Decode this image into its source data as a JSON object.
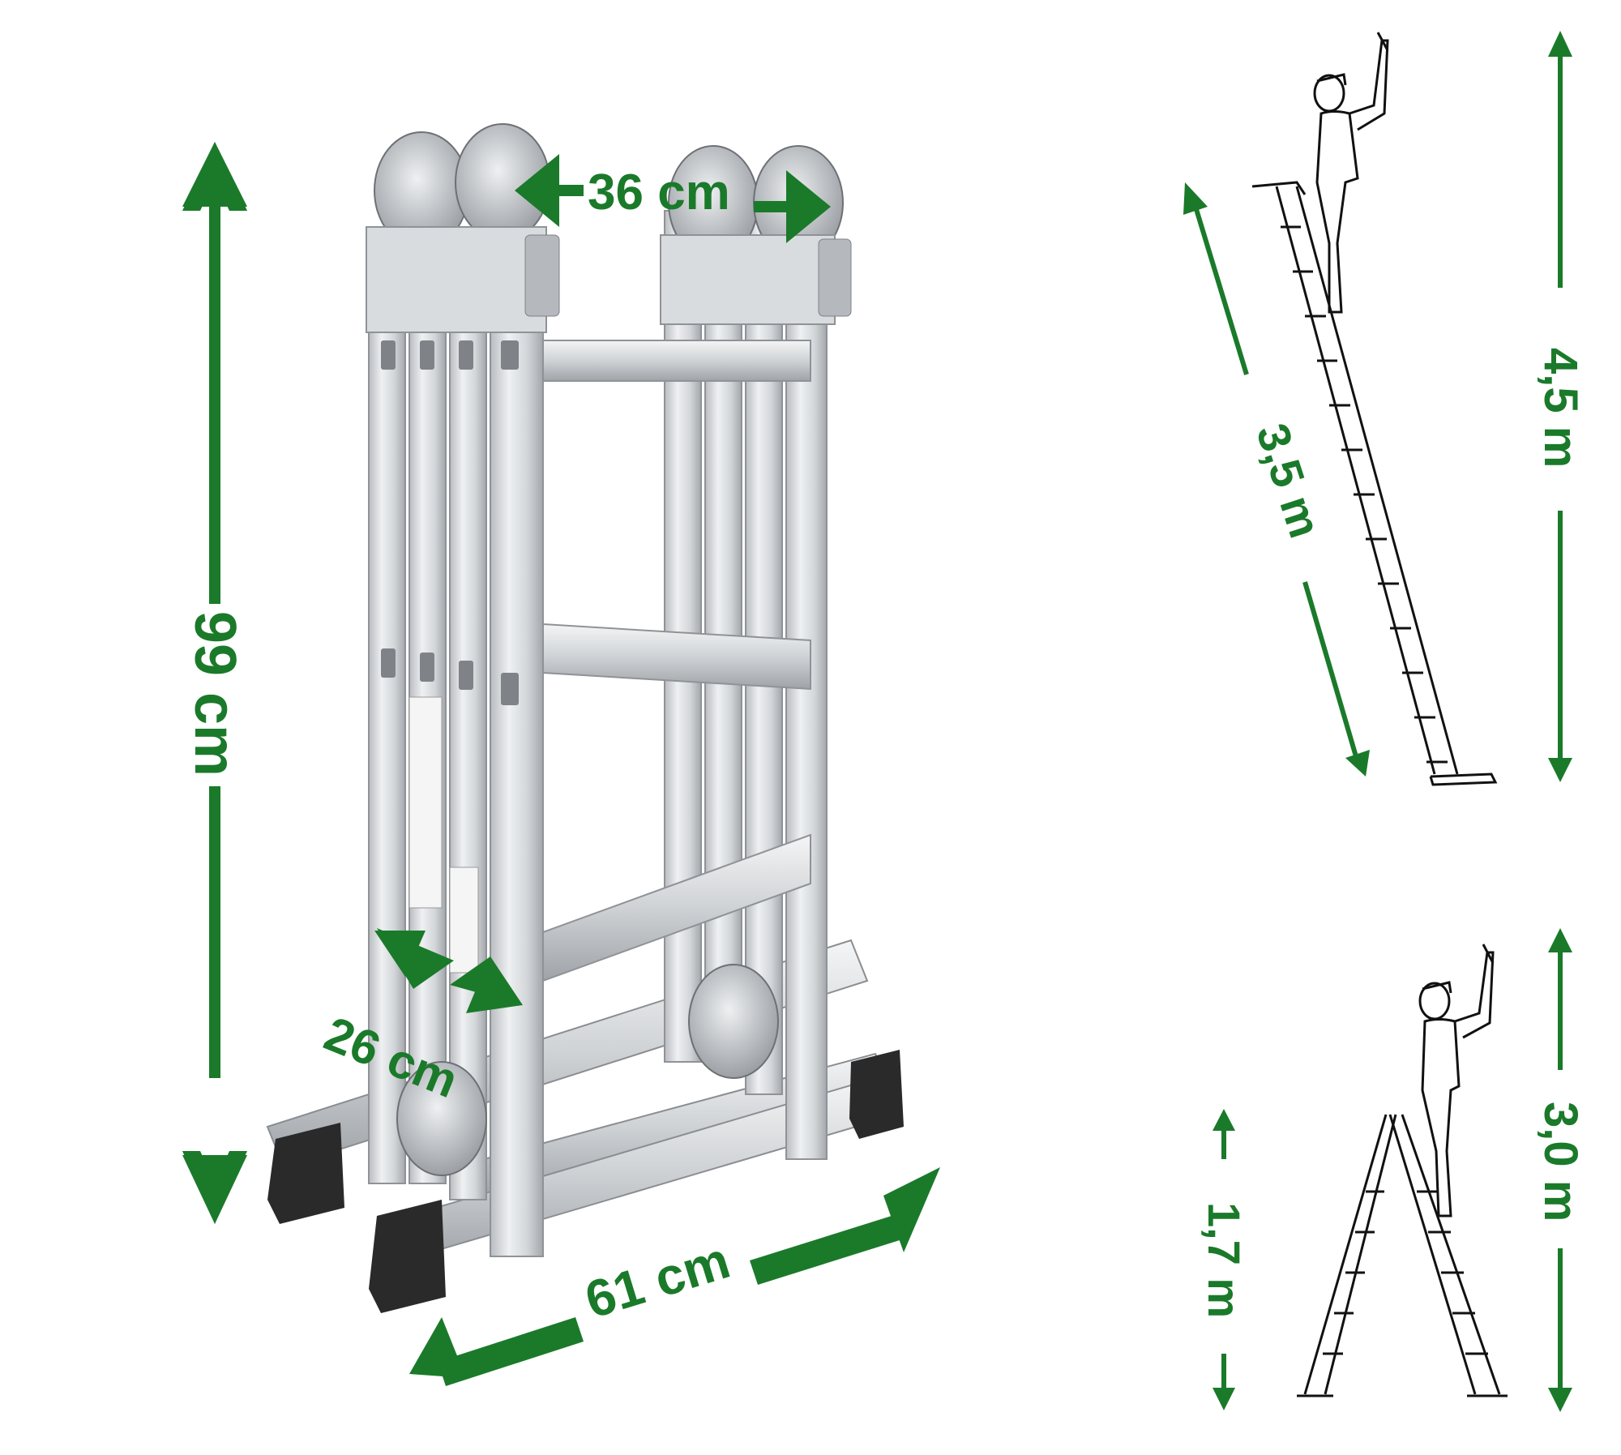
{
  "colors": {
    "accent": "#1a7a2a",
    "aluminium_light": "#e4e6e8",
    "aluminium_dark": "#9da1a5",
    "feet": "#2a2a2a"
  },
  "dimensions": {
    "height_folded": "99 cm",
    "width_top": "36 cm",
    "depth": "26 cm",
    "base_width": "61 cm",
    "length_extended": "3,5 m",
    "working_height_extended": "4,5 m",
    "height_a_frame": "1,7 m",
    "working_height_a_frame": "3,0 m"
  }
}
